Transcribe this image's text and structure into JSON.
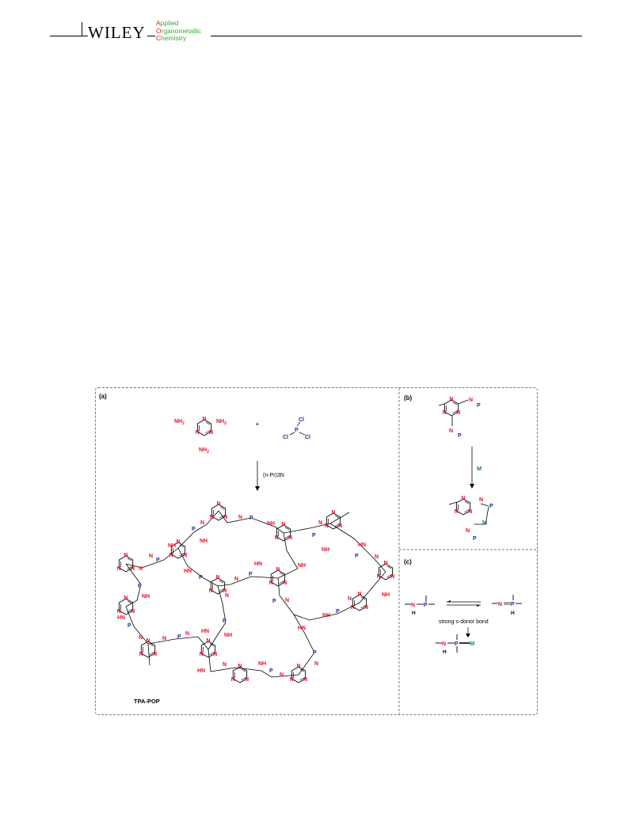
{
  "header": {
    "publisher_logo": "WILEY",
    "journal": {
      "line1_initial": "A",
      "line1_rest": "pplied",
      "line2_initial": "O",
      "line2_rest": "rganometallic",
      "line3_initial": "C",
      "line3_rest": "hemistry"
    }
  },
  "figure": {
    "panel_a": {
      "label": "(a)",
      "plus": "+",
      "reagent": "(n-Pr)3N",
      "product": "TPA-POP"
    },
    "panel_b": {
      "label": "(b)",
      "metal": "M"
    },
    "panel_c": {
      "label": "(c)",
      "annotation": "strong s-donor bond",
      "metal": "M"
    }
  },
  "colors": {
    "nitrogen": "#e8112d",
    "phosphorus": "#1f2a9c",
    "metal": "#1a8a4a",
    "journal": "#3aaa35"
  }
}
